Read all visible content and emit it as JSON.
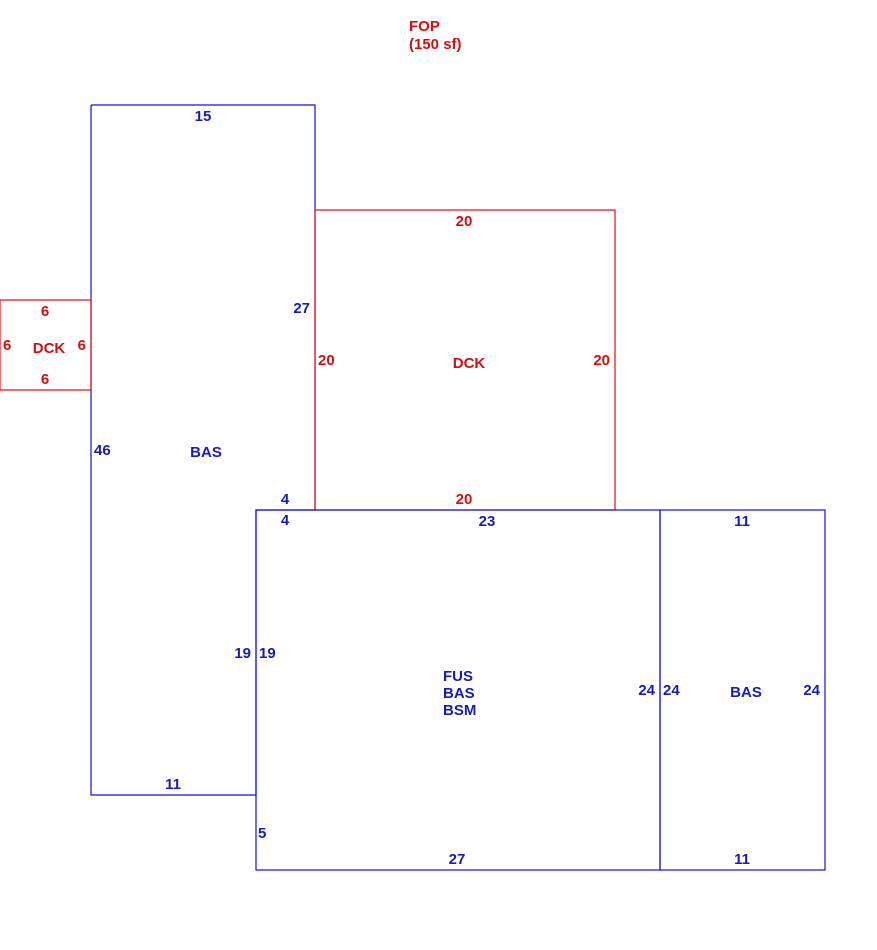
{
  "colors": {
    "living_area": "#1010dd",
    "exterior": "#dd1010"
  },
  "fop": {
    "code": "FOP",
    "area": "(150 sf)"
  },
  "bas_main": {
    "code": "BAS",
    "top": "15",
    "right_upper": "27",
    "left": "46",
    "step": "4",
    "right_lower": "19",
    "bottom": "11"
  },
  "dck_small": {
    "code": "DCK",
    "top": "6",
    "left": "6",
    "right": "6",
    "bottom": "6"
  },
  "dck_large": {
    "code": "DCK",
    "top": "20",
    "left": "20",
    "right": "20",
    "bottom": "20"
  },
  "fus_block": {
    "code_1": "FUS",
    "code_2": "BAS",
    "code_3": "BSM",
    "step": "4",
    "top": "23",
    "left": "19",
    "left_lower": "5",
    "right": "24",
    "bottom": "27"
  },
  "bas_east": {
    "code": "BAS",
    "top": "11",
    "left": "24",
    "right": "24",
    "bottom": "11"
  }
}
